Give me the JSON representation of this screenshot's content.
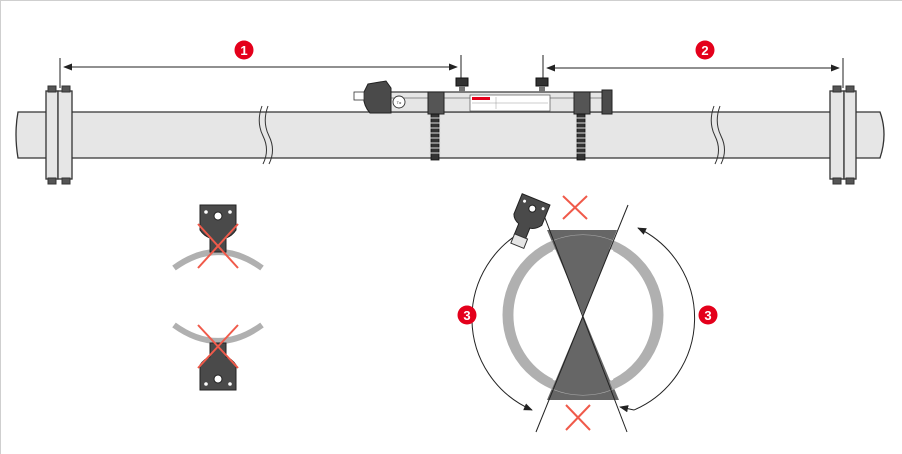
{
  "callouts": {
    "upstream_label": "1",
    "downstream_label": "2",
    "rotation_left_label": "3",
    "rotation_right_label": "3"
  },
  "sensor": {
    "temp_symbol": "Tα"
  },
  "colors": {
    "callout_red": "#e4001b",
    "cross_red": "#f05a4a",
    "pipe_fill": "#e6e6e6",
    "outline": "#333333",
    "ring_gray": "#b0b0b0",
    "sector_dark": "#666666",
    "sensor_dark": "#4a4a4a"
  },
  "icons": [
    "arrow-icon",
    "cross-icon",
    "sensor-head-icon"
  ]
}
